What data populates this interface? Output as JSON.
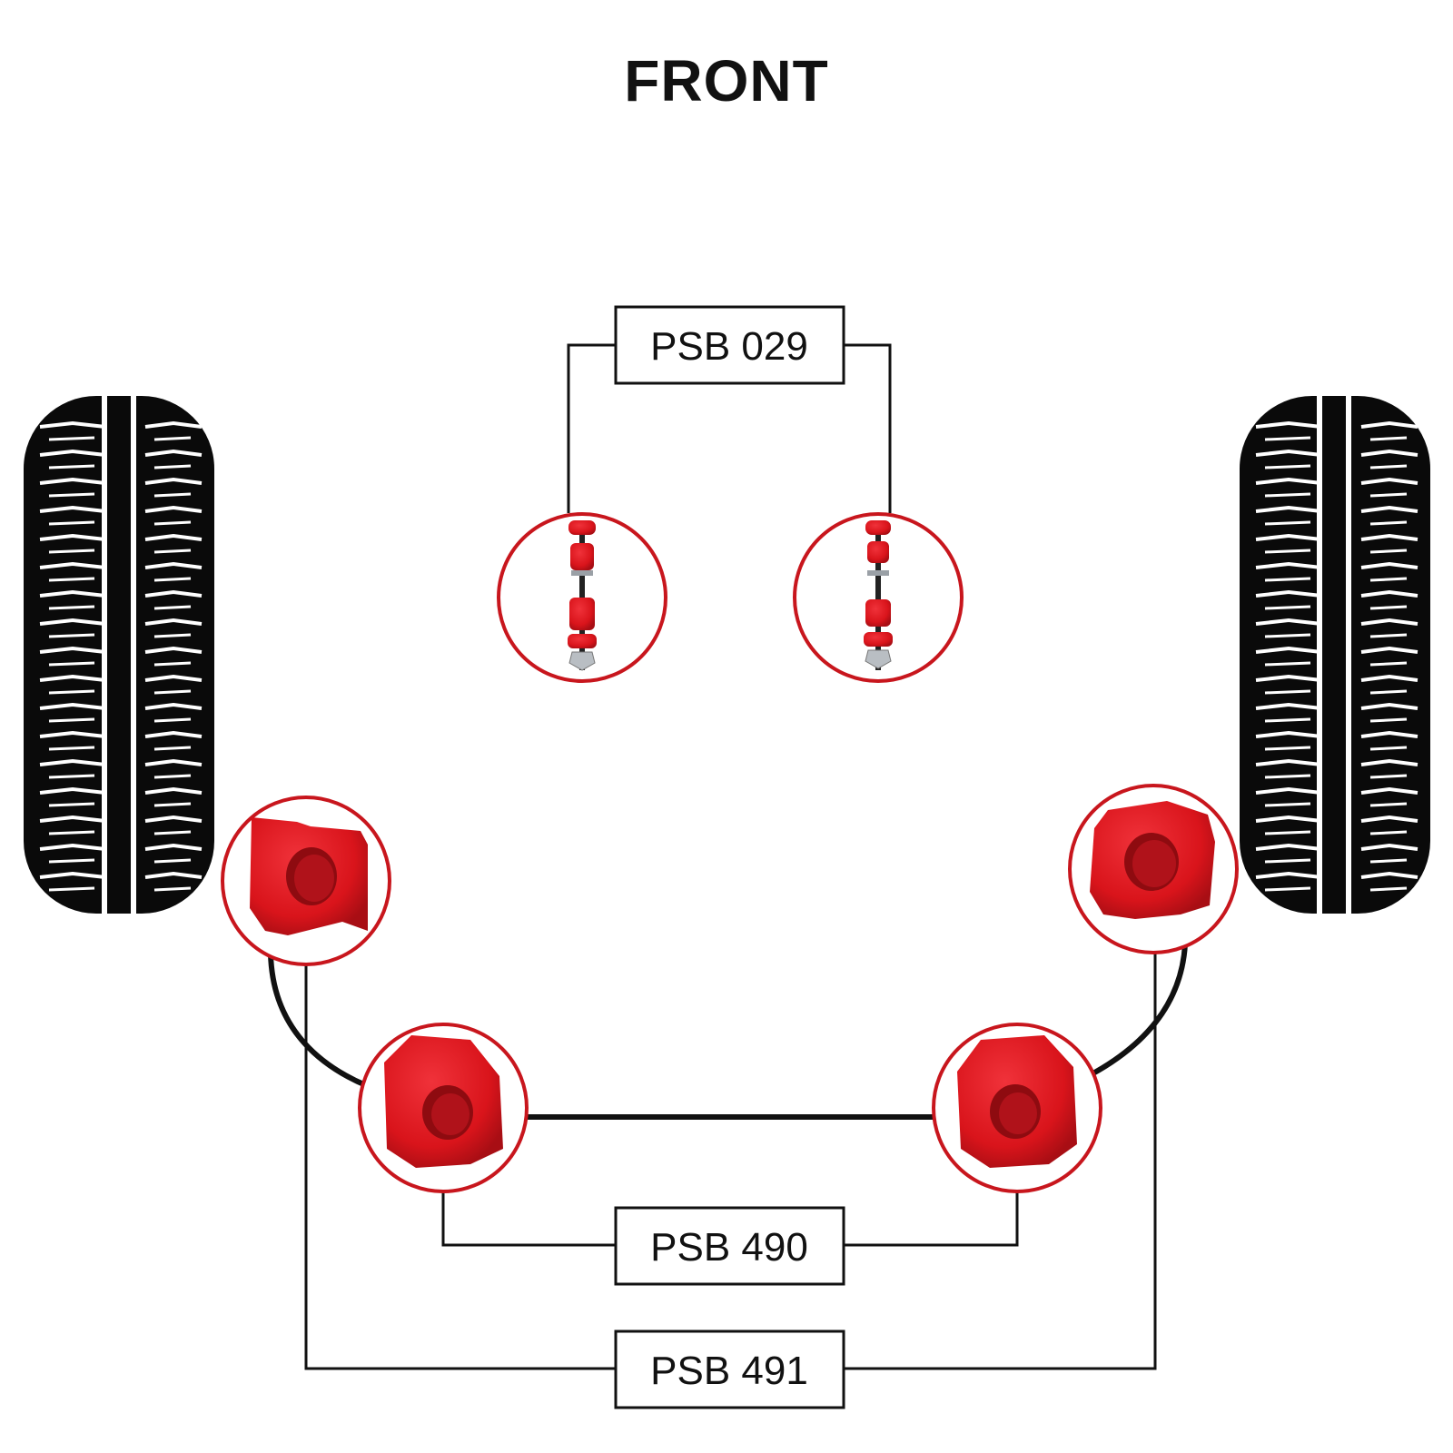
{
  "diagram": {
    "title": "FRONT",
    "part_labels": [
      "PSB 029",
      "PSB 490",
      "PSB 491"
    ],
    "components": {
      "drop_links": {
        "label": "PSB 029",
        "icon": "drop-link-bush-icon",
        "count": 2
      },
      "inner_bushes": {
        "label": "PSB 490",
        "icon": "anti-roll-bar-bush-icon",
        "count": 2
      },
      "outer_bushes": {
        "label": "PSB 491",
        "icon": "anti-roll-bar-bush-icon",
        "count": 2
      },
      "tyres": {
        "icon": "tyre-icon",
        "count": 2
      }
    },
    "colors": {
      "bush_red": "#d9141b",
      "circle_outline": "#c8161d",
      "line": "#111111",
      "tyre": "#0a0a0a"
    }
  }
}
